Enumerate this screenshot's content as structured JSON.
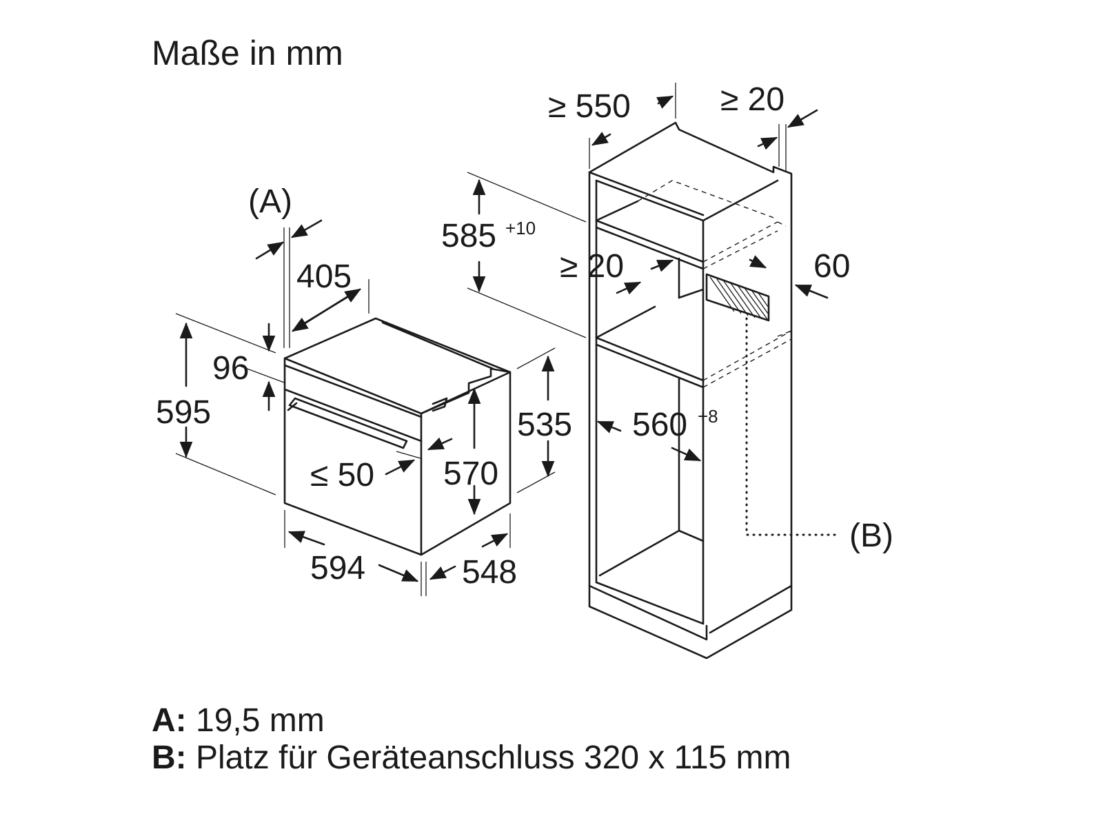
{
  "title": "Maße in mm",
  "oven": {
    "label_a": "(A)",
    "dim_405": "405",
    "dim_96": "96",
    "dim_595": "595",
    "dim_535": "535",
    "dim_570": "570",
    "dim_le50": "≤ 50",
    "dim_594": "594",
    "dim_548": "548"
  },
  "cabinet": {
    "dim_ge550": "≥ 550",
    "dim_ge20_top": "≥ 20",
    "dim_585": "585",
    "dim_585_tol": "+10",
    "dim_ge20_mid": "≥ 20",
    "dim_60": "60",
    "dim_560": "560",
    "dim_560_tol": "+8",
    "label_b": "(B)"
  },
  "legend": [
    {
      "key": "A:",
      "text": "19,5 mm"
    },
    {
      "key": "B:",
      "text": "Platz für Geräteanschluss 320 x 115 mm"
    }
  ]
}
